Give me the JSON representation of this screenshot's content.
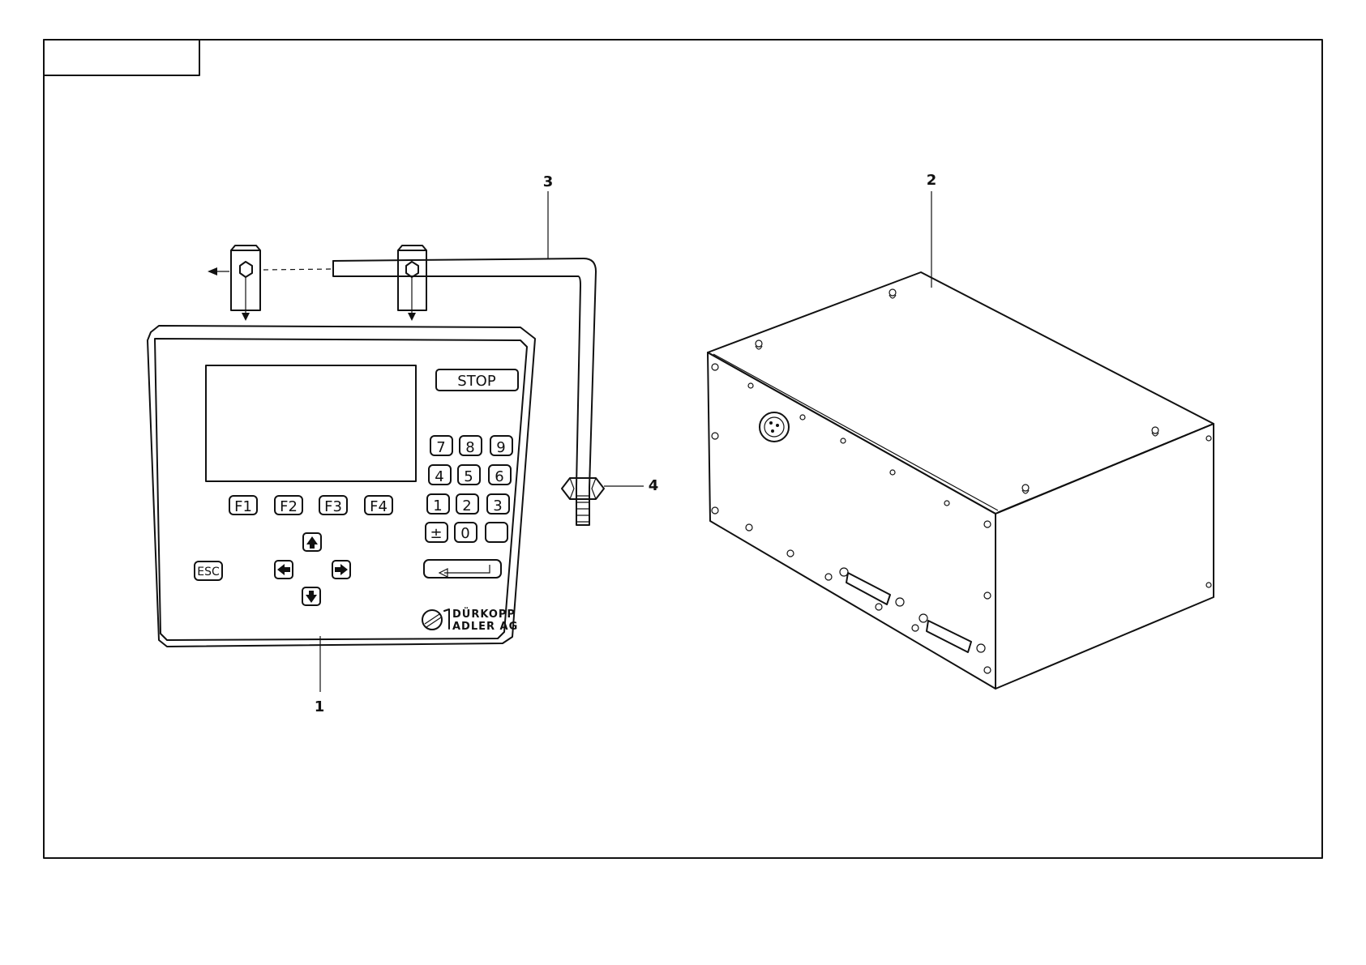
{
  "callouts": {
    "c1": "1",
    "c2": "2",
    "c3": "3",
    "c4": "4"
  },
  "panel": {
    "stop_label": "STOP",
    "numeric_keys": [
      "7",
      "8",
      "9",
      "4",
      "5",
      "6",
      "1",
      "2",
      "3",
      "±",
      "0",
      ""
    ],
    "function_keys": [
      "F1",
      "F2",
      "F3",
      "F4"
    ],
    "esc_label": "ESC",
    "brand_line1": "DÜRKOPP",
    "brand_line2": "ADLER AG"
  },
  "icons": {
    "arrow_up": "arrow-up-icon",
    "arrow_down": "arrow-down-icon",
    "arrow_left": "arrow-left-icon",
    "arrow_right": "arrow-right-icon",
    "enter": "enter-icon",
    "logo": "duerkopp-adler-logo"
  }
}
